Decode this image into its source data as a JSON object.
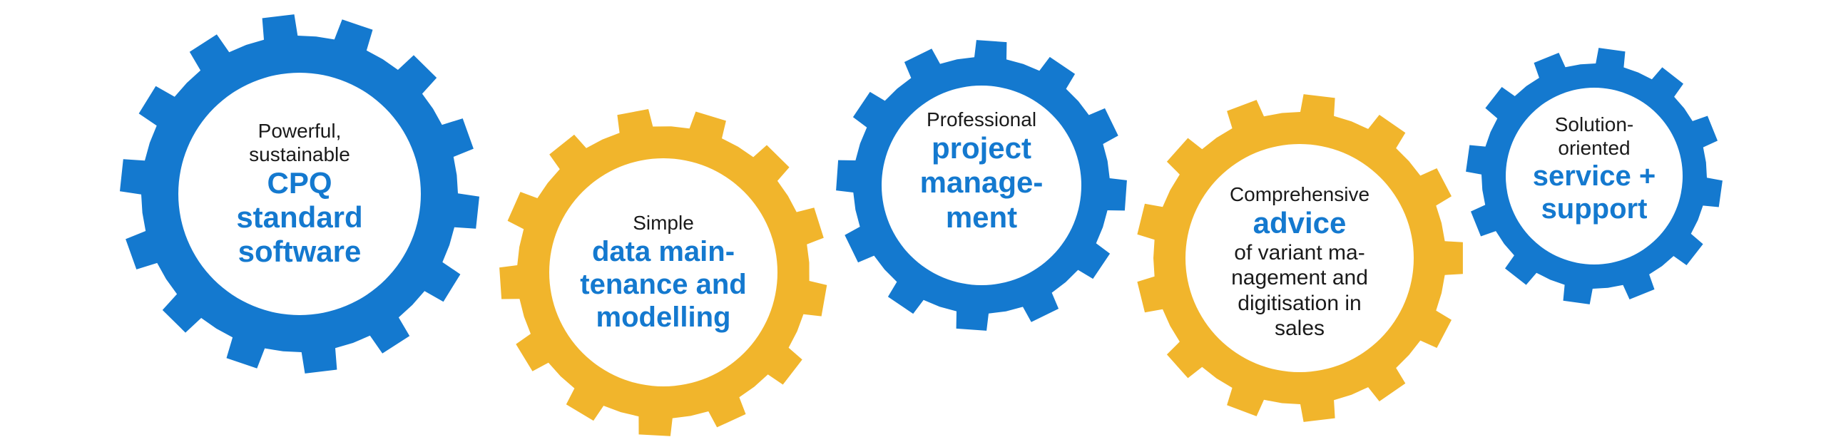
{
  "colors": {
    "blue": "#1479cf",
    "yellow": "#f1b52c",
    "text_dark": "#1a1a1a",
    "background": "#ffffff"
  },
  "gears": [
    {
      "color": "blue",
      "lead": [
        "Powerful,",
        "sustainable"
      ],
      "main": [
        "CPQ",
        "standard",
        "software"
      ],
      "tail": []
    },
    {
      "color": "yellow",
      "lead": [
        "Simple"
      ],
      "main": [
        "data main-",
        "tenance and",
        "modelling"
      ],
      "tail": []
    },
    {
      "color": "blue",
      "lead": [
        "Professional"
      ],
      "main": [
        "project",
        "manage-",
        "ment"
      ],
      "tail": []
    },
    {
      "color": "yellow",
      "lead": [
        "Comprehensive"
      ],
      "main": [
        "advice"
      ],
      "tail": [
        "of variant ma-",
        "nagement and",
        "digitisation in",
        "sales"
      ]
    },
    {
      "color": "blue",
      "lead": [
        "Solution-",
        "oriented"
      ],
      "main": [
        "service +",
        "support"
      ],
      "tail": []
    }
  ]
}
